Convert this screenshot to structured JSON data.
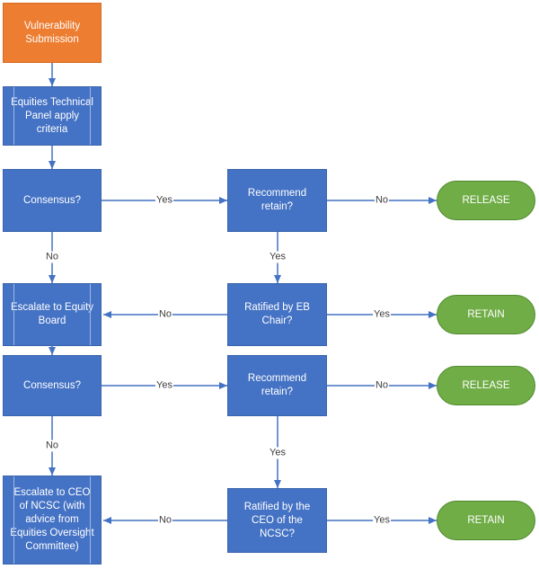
{
  "nodes": {
    "vulnerability_submission": "Vulnerability Submission",
    "technical_panel": "Equities Technical Panel apply criteria",
    "consensus_1": "Consensus?",
    "recommend_retain_1": "Recommend retain?",
    "release_1": "RELEASE",
    "escalate_equity_board": "Escalate to Equity Board",
    "ratified_eb_chair": "Ratified by EB Chair?",
    "retain_1": "RETAIN",
    "consensus_2": "Consensus?",
    "recommend_retain_2": "Recommend retain?",
    "release_2": "RELEASE",
    "escalate_ceo": "Escalate to CEO of NCSC (with advice from Equities Oversight Committee)",
    "ratified_ceo": "Ratified by the CEO of the NCSC?",
    "retain_2": "RETAIN"
  },
  "edge_labels": {
    "consensus1_yes": "Yes",
    "recommend1_no": "No",
    "consensus1_no": "No",
    "recommend1_yes": "Yes",
    "ratified_eb_no": "No",
    "ratified_eb_yes": "Yes",
    "consensus2_yes": "Yes",
    "recommend2_no": "No",
    "consensus2_no": "No",
    "recommend2_yes": "Yes",
    "ratified_ceo_no": "No",
    "ratified_ceo_yes": "Yes"
  },
  "colors": {
    "process": "#4472c4",
    "start": "#ed7d31",
    "terminal": "#70ad47",
    "connector": "#4472c4"
  }
}
